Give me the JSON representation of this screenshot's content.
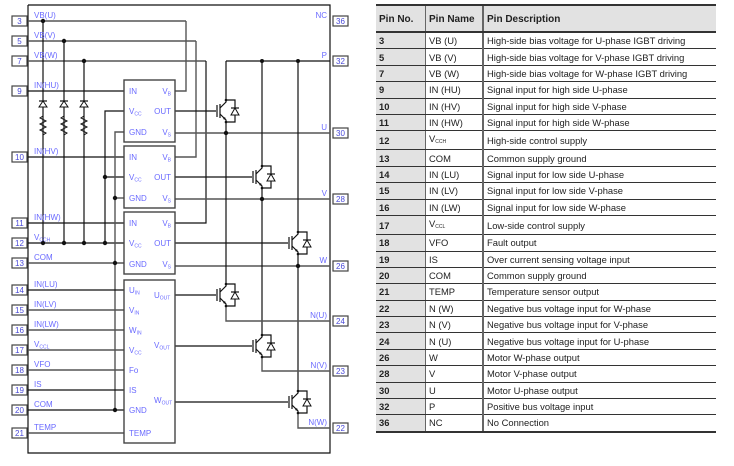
{
  "diagram": {
    "left_pins": [
      {
        "num": "3",
        "label": "VB(U)"
      },
      {
        "num": "5",
        "label": "VB(V)"
      },
      {
        "num": "7",
        "label": "VB(W)"
      },
      {
        "num": "9",
        "label": "IN(HU)"
      },
      {
        "num": "10",
        "label": "IN(HV)"
      },
      {
        "num": "11",
        "label": "IN(HW)"
      },
      {
        "num": "12",
        "label": "V",
        "sub": "CCH"
      },
      {
        "num": "13",
        "label": "COM"
      },
      {
        "num": "14",
        "label": "IN(LU)"
      },
      {
        "num": "15",
        "label": "IN(LV)"
      },
      {
        "num": "16",
        "label": "IN(LW)"
      },
      {
        "num": "17",
        "label": "V",
        "sub": "CCL"
      },
      {
        "num": "18",
        "label": "VFO"
      },
      {
        "num": "19",
        "label": "IS"
      },
      {
        "num": "20",
        "label": "COM"
      },
      {
        "num": "21",
        "label": "TEMP"
      }
    ],
    "right_pins": [
      {
        "num": "36",
        "label": "NC"
      },
      {
        "num": "32",
        "label": "P"
      },
      {
        "num": "30",
        "label": "U"
      },
      {
        "num": "28",
        "label": "V"
      },
      {
        "num": "26",
        "label": "W"
      },
      {
        "num": "24",
        "label": "N(U)"
      },
      {
        "num": "23",
        "label": "N(V)"
      },
      {
        "num": "22",
        "label": "N(W)"
      }
    ],
    "hs_driver": {
      "in": "IN",
      "vcc": "V",
      "vcc_sub": "CC",
      "gnd": "GND",
      "vb": "V",
      "vb_sub": "B",
      "out": "OUT",
      "vs": "V",
      "vs_sub": "S"
    },
    "ls_driver": {
      "uin": "U",
      "uin_sub": "IN",
      "vin": "V",
      "vin_sub": "IN",
      "win": "W",
      "win_sub": "IN",
      "vcc": "V",
      "vcc_sub": "CC",
      "fo": "Fo",
      "is": "IS",
      "gnd": "GND",
      "temp": "TEMP",
      "uout": "U",
      "uout_sub": "OUT",
      "vout": "V",
      "vout_sub": "OUT",
      "wout": "W",
      "wout_sub": "OUT"
    }
  },
  "table": {
    "headers": [
      "Pin No.",
      "Pin Name",
      "Pin Description"
    ],
    "rows": [
      {
        "no": "3",
        "name": "VB (U)",
        "desc": "High-side bias voltage for U-phase IGBT driving"
      },
      {
        "no": "5",
        "name": "VB (V)",
        "desc": "High-side bias voltage for V-phase IGBT driving"
      },
      {
        "no": "7",
        "name": "VB (W)",
        "desc": "High-side bias voltage for W-phase IGBT driving"
      },
      {
        "no": "9",
        "name": "IN (HU)",
        "desc": "Signal input for high side U-phase"
      },
      {
        "no": "10",
        "name": "IN (HV)",
        "desc": "Signal input for high side V-phase"
      },
      {
        "no": "11",
        "name": "IN (HW)",
        "desc": "Signal input for high side W-phase"
      },
      {
        "no": "12",
        "name": "V",
        "name_sub": "CCH",
        "desc": "High-side control supply"
      },
      {
        "no": "13",
        "name": "COM",
        "desc": "Common supply ground"
      },
      {
        "no": "14",
        "name": "IN (LU)",
        "desc": "Signal input for low side U-phase"
      },
      {
        "no": "15",
        "name": "IN (LV)",
        "desc": "Signal input for low side V-phase"
      },
      {
        "no": "16",
        "name": "IN (LW)",
        "desc": "Signal input for low side W-phase"
      },
      {
        "no": "17",
        "name": "V",
        "name_sub": "CCL",
        "desc": "Low-side control supply"
      },
      {
        "no": "18",
        "name": "VFO",
        "desc": "Fault output"
      },
      {
        "no": "19",
        "name": "IS",
        "desc": "Over current sensing voltage input"
      },
      {
        "no": "20",
        "name": "COM",
        "desc": "Common supply ground"
      },
      {
        "no": "21",
        "name": "TEMP",
        "desc": "Temperature sensor output"
      },
      {
        "no": "22",
        "name": "N (W)",
        "desc": "Negative bus voltage input for W-phase"
      },
      {
        "no": "23",
        "name": "N (V)",
        "desc": "Negative bus voltage input for V-phase"
      },
      {
        "no": "24",
        "name": "N (U)",
        "desc": "Negative bus voltage input for U-phase"
      },
      {
        "no": "26",
        "name": "W",
        "desc": "Motor W-phase output"
      },
      {
        "no": "28",
        "name": "V",
        "desc": "Motor V-phase output"
      },
      {
        "no": "30",
        "name": "U",
        "desc": "Motor U-phase output"
      },
      {
        "no": "32",
        "name": "P",
        "desc": "Positive bus voltage input"
      },
      {
        "no": "36",
        "name": "NC",
        "desc": "No Connection"
      }
    ]
  }
}
